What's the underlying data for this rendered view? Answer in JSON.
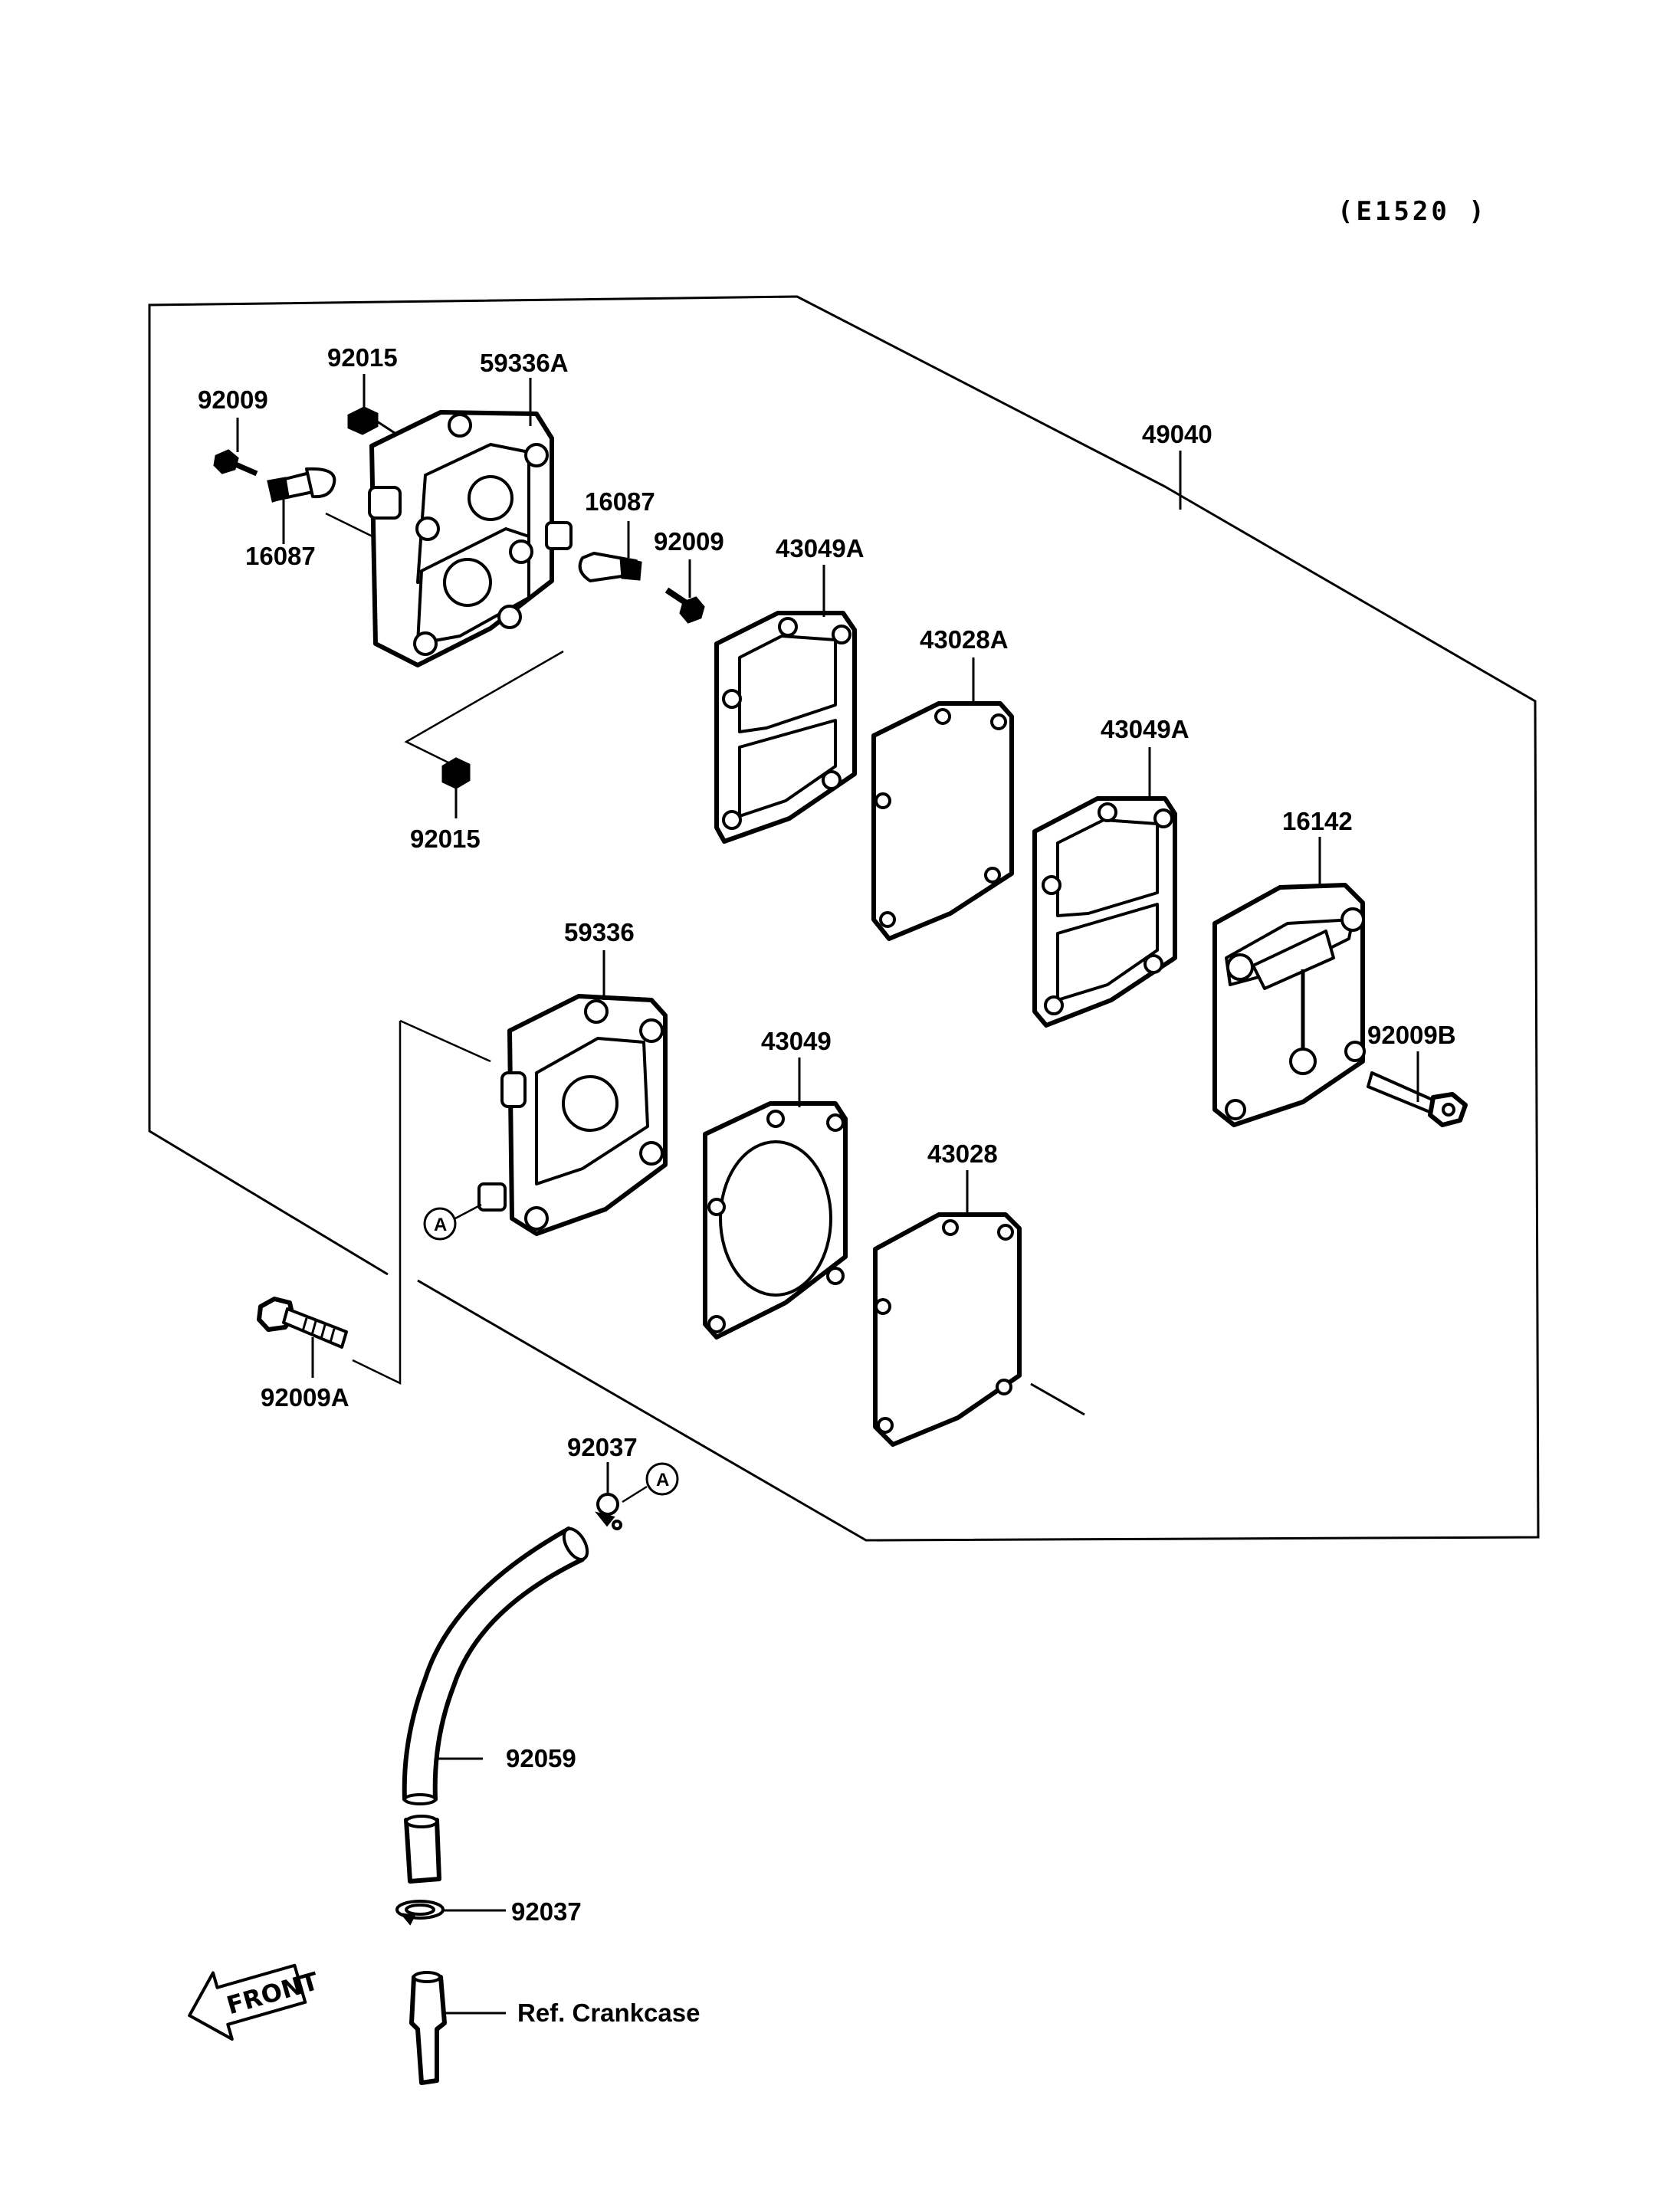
{
  "diagram": {
    "code": "(E1520 )",
    "labels": {
      "p92015_top": "92015",
      "p59336A": "59336A",
      "p92009_left": "92009",
      "p16087_left": "16087",
      "p16087_right": "16087",
      "p92009_right": "92009",
      "p49040": "49040",
      "p43049A_1": "43049A",
      "p43028A": "43028A",
      "p43049A_2": "43049A",
      "p16142": "16142",
      "p92015_bottom": "92015",
      "p59336": "59336",
      "p43049": "43049",
      "p43028": "43028",
      "p92009B": "92009B",
      "p92009A": "92009A",
      "p92037_top": "92037",
      "p92059": "92059",
      "p92037_bottom": "92037",
      "ref_crankcase": "Ref. Crankcase"
    },
    "markers": {
      "a_left": "A",
      "a_right": "A"
    },
    "front_arrow": "FRONT"
  }
}
